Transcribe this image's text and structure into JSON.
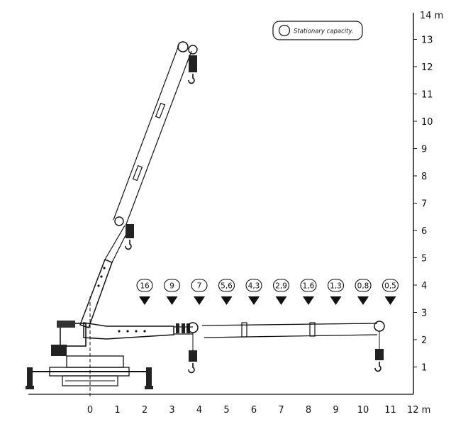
{
  "legend": {
    "text": "Stationary capacity."
  },
  "y_axis": {
    "ticks": [
      "1",
      "2",
      "3",
      "4",
      "5",
      "6",
      "7",
      "8",
      "9",
      "10",
      "11",
      "12",
      "13"
    ],
    "top_label": "14 m"
  },
  "x_axis": {
    "ticks": [
      "0",
      "1",
      "2",
      "3",
      "4",
      "5",
      "6",
      "7",
      "8",
      "9",
      "10",
      "11"
    ],
    "end_label": "12 m"
  },
  "capacities": [
    {
      "x": 2,
      "label": "16"
    },
    {
      "x": 3,
      "label": "9"
    },
    {
      "x": 4,
      "label": "7"
    },
    {
      "x": 5,
      "label": "5,6"
    },
    {
      "x": 6,
      "label": "4,3"
    },
    {
      "x": 7,
      "label": "2,9"
    },
    {
      "x": 8,
      "label": "1,6"
    },
    {
      "x": 9,
      "label": "1,3"
    },
    {
      "x": 10,
      "label": "0,8"
    },
    {
      "x": 11,
      "label": "0,5"
    }
  ]
}
